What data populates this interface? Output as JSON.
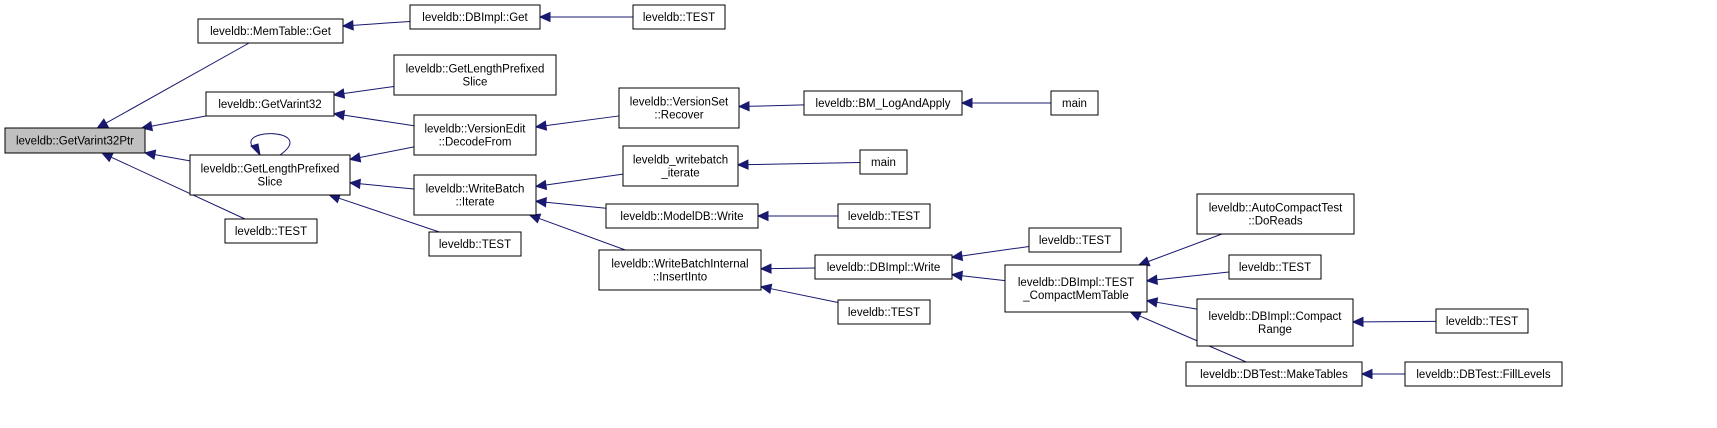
{
  "graph": {
    "nodes": [
      {
        "id": "root",
        "lines": [
          "leveldb::GetVarint32Ptr"
        ],
        "root": true
      },
      {
        "id": "memtable_get",
        "lines": [
          "leveldb::MemTable::Get"
        ]
      },
      {
        "id": "getvarint32",
        "lines": [
          "leveldb::GetVarint32"
        ]
      },
      {
        "id": "glps_mid",
        "lines": [
          "leveldb::GetLengthPrefixed",
          "Slice"
        ]
      },
      {
        "id": "test_a",
        "lines": [
          "leveldb::TEST"
        ]
      },
      {
        "id": "dbimpl_get",
        "lines": [
          "leveldb::DBImpl::Get"
        ]
      },
      {
        "id": "glps_top",
        "lines": [
          "leveldb::GetLengthPrefixed",
          "Slice"
        ]
      },
      {
        "id": "versionedit",
        "lines": [
          "leveldb::VersionEdit",
          "::DecodeFrom"
        ]
      },
      {
        "id": "writebatch_iter",
        "lines": [
          "leveldb::WriteBatch",
          "::Iterate"
        ]
      },
      {
        "id": "test_b",
        "lines": [
          "leveldb::TEST"
        ]
      },
      {
        "id": "test_c",
        "lines": [
          "leveldb::TEST"
        ]
      },
      {
        "id": "versionset",
        "lines": [
          "leveldb::VersionSet",
          "::Recover"
        ]
      },
      {
        "id": "wb_iterate",
        "lines": [
          "leveldb_writebatch",
          "_iterate"
        ]
      },
      {
        "id": "modeldb",
        "lines": [
          "leveldb::ModelDB::Write"
        ]
      },
      {
        "id": "wbi_insert",
        "lines": [
          "leveldb::WriteBatchInternal",
          "::InsertInto"
        ]
      },
      {
        "id": "bm_log",
        "lines": [
          "leveldb::BM_LogAndApply"
        ]
      },
      {
        "id": "main_a",
        "lines": [
          "main"
        ]
      },
      {
        "id": "main_b",
        "lines": [
          "main"
        ]
      },
      {
        "id": "test_d",
        "lines": [
          "leveldb::TEST"
        ]
      },
      {
        "id": "dbimpl_write",
        "lines": [
          "leveldb::DBImpl::Write"
        ]
      },
      {
        "id": "test_e",
        "lines": [
          "leveldb::TEST"
        ]
      },
      {
        "id": "test_f",
        "lines": [
          "leveldb::TEST"
        ]
      },
      {
        "id": "dbimpl_tcmt",
        "lines": [
          "leveldb::DBImpl::TEST",
          "_CompactMemTable"
        ]
      },
      {
        "id": "autocompact",
        "lines": [
          "leveldb::AutoCompactTest",
          "::DoReads"
        ]
      },
      {
        "id": "test_g",
        "lines": [
          "leveldb::TEST"
        ]
      },
      {
        "id": "dbimpl_compact",
        "lines": [
          "leveldb::DBImpl::Compact",
          "Range"
        ]
      },
      {
        "id": "test_h",
        "lines": [
          "leveldb::TEST"
        ]
      },
      {
        "id": "maketables",
        "lines": [
          "leveldb::DBTest::MakeTables"
        ]
      },
      {
        "id": "filllevels",
        "lines": [
          "leveldb::DBTest::FillLevels"
        ]
      }
    ],
    "edges": [
      {
        "from": "memtable_get",
        "to": "root"
      },
      {
        "from": "getvarint32",
        "to": "root"
      },
      {
        "from": "glps_mid",
        "to": "root"
      },
      {
        "from": "test_a",
        "to": "root"
      },
      {
        "from": "dbimpl_get",
        "to": "memtable_get"
      },
      {
        "from": "test_c",
        "to": "dbimpl_get"
      },
      {
        "from": "glps_top",
        "to": "getvarint32"
      },
      {
        "from": "versionedit",
        "to": "getvarint32"
      },
      {
        "from": "glps_mid",
        "to": "glps_mid"
      },
      {
        "from": "versionedit",
        "to": "glps_mid"
      },
      {
        "from": "writebatch_iter",
        "to": "glps_mid"
      },
      {
        "from": "test_b",
        "to": "glps_mid"
      },
      {
        "from": "versionset",
        "to": "versionedit"
      },
      {
        "from": "bm_log",
        "to": "versionset"
      },
      {
        "from": "main_a",
        "to": "bm_log"
      },
      {
        "from": "wb_iterate",
        "to": "writebatch_iter"
      },
      {
        "from": "modeldb",
        "to": "writebatch_iter"
      },
      {
        "from": "wbi_insert",
        "to": "writebatch_iter"
      },
      {
        "from": "main_b",
        "to": "wb_iterate"
      },
      {
        "from": "test_d",
        "to": "modeldb"
      },
      {
        "from": "dbimpl_write",
        "to": "wbi_insert"
      },
      {
        "from": "test_f",
        "to": "wbi_insert"
      },
      {
        "from": "test_e",
        "to": "dbimpl_write"
      },
      {
        "from": "dbimpl_tcmt",
        "to": "dbimpl_write"
      },
      {
        "from": "autocompact",
        "to": "dbimpl_tcmt"
      },
      {
        "from": "test_g",
        "to": "dbimpl_tcmt"
      },
      {
        "from": "dbimpl_compact",
        "to": "dbimpl_tcmt"
      },
      {
        "from": "maketables",
        "to": "dbimpl_tcmt"
      },
      {
        "from": "test_h",
        "to": "dbimpl_compact"
      },
      {
        "from": "filllevels",
        "to": "maketables"
      }
    ]
  }
}
